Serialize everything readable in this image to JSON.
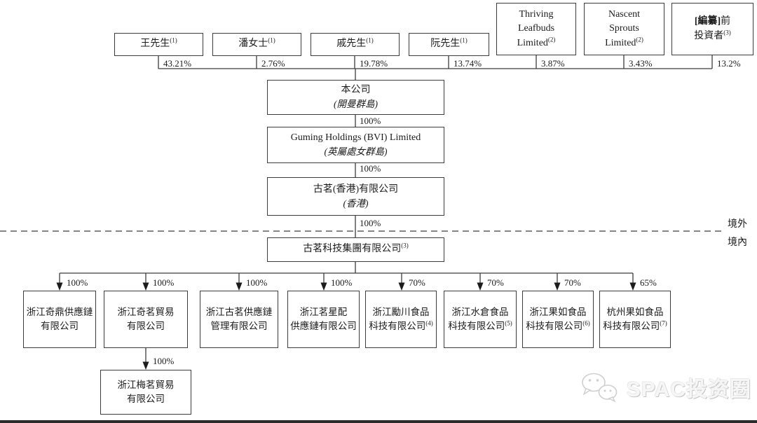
{
  "top_shareholders": [
    {
      "label": "王先生",
      "sup": "(1)",
      "pct": "43.21%"
    },
    {
      "label": "潘女士",
      "sup": "(1)",
      "pct": "2.76%"
    },
    {
      "label": "戚先生",
      "sup": "(1)",
      "pct": "19.78%"
    },
    {
      "label": "阮先生",
      "sup": "(1)",
      "pct": "13.74%"
    },
    {
      "label": "Thriving Leafbuds Limited",
      "sup": "(2)",
      "pct": "3.87%"
    },
    {
      "label": "Nascent Sprouts Limited",
      "sup": "(2)",
      "pct": "3.43%"
    },
    {
      "label_bold": "[編纂]",
      "label_rest": "前",
      "label_line2": "投資者",
      "sup": "(3)",
      "pct": "13.2%"
    }
  ],
  "chain": [
    {
      "name": "本公司",
      "location": "(開曼群島)",
      "ownership": "100%"
    },
    {
      "name": "Guming Holdings (BVI) Limited",
      "location": "(英屬處女群島)",
      "ownership": "100%"
    },
    {
      "name": "古茗(香港)有限公司",
      "location": "(香港)",
      "ownership": "100%"
    }
  ],
  "region_labels": {
    "offshore": "境外",
    "onshore": "境內"
  },
  "prc_holdco": {
    "name": "古茗科技集團有限公司",
    "sup": "(3)"
  },
  "subsidiaries": [
    {
      "line1": "浙江奇鼎供應鏈",
      "line2": "有限公司",
      "sup": "",
      "pct": "100%"
    },
    {
      "line1": "浙江奇茗貿易",
      "line2": "有限公司",
      "sup": "",
      "pct": "100%"
    },
    {
      "line1": "浙江古茗供應鏈",
      "line2": "管理有限公司",
      "sup": "",
      "pct": "100%"
    },
    {
      "line1": "浙江茗星配",
      "line2": "供應鏈有限公司",
      "sup": "",
      "pct": "100%"
    },
    {
      "line1": "浙江勵川食品",
      "line2": "科技有限公司",
      "sup": "(4)",
      "pct": "70%"
    },
    {
      "line1": "浙江水倉食品",
      "line2": "科技有限公司",
      "sup": "(5)",
      "pct": "70%"
    },
    {
      "line1": "浙江果如食品",
      "line2": "科技有限公司",
      "sup": "(6)",
      "pct": "70%"
    },
    {
      "line1": "杭州果如食品",
      "line2": "科技有限公司",
      "sup": "(7)",
      "pct": "65%"
    }
  ],
  "second_level_subsidiary": {
    "line1": "浙江梅茗貿易",
    "line2": "有限公司",
    "pct": "100%"
  },
  "watermark": {
    "text": "SPAC投资圈"
  }
}
